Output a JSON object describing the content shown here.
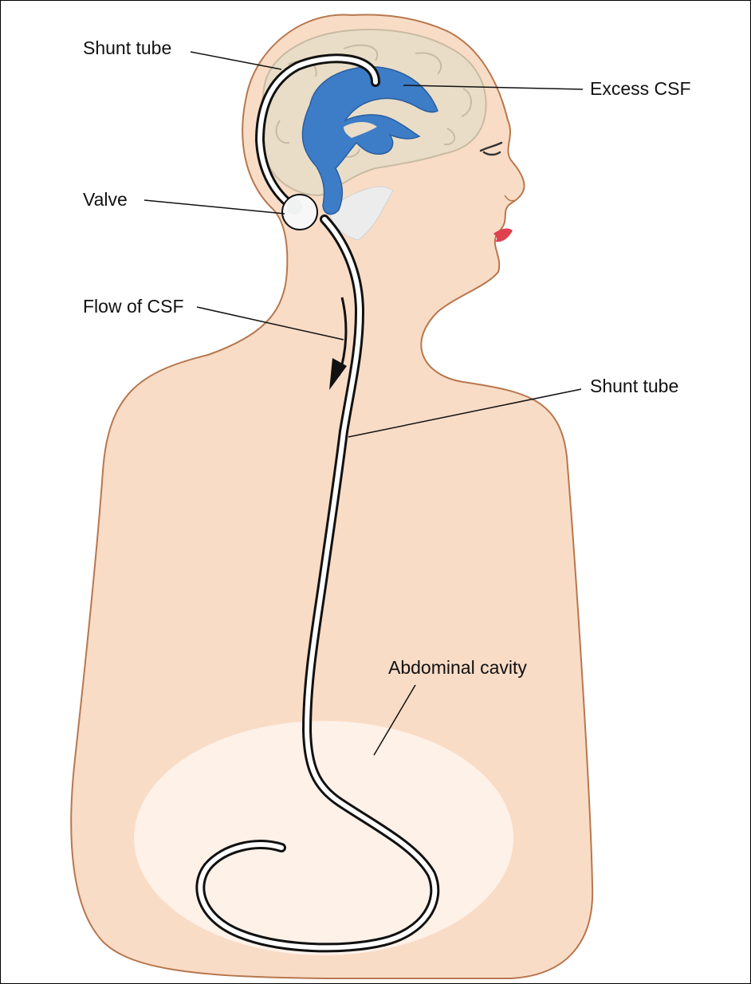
{
  "labels": {
    "shunt_tube_head": "Shunt tube",
    "excess_csf": "Excess CSF",
    "valve": "Valve",
    "flow_of_csf": "Flow of CSF",
    "shunt_tube_body": "Shunt tube",
    "abdominal_cavity": "Abdominal cavity"
  },
  "colors": {
    "skin": "#f9dcc6",
    "skin_outline": "#b7774e",
    "brain": "#e9ddc8",
    "csf": "#3d7cc7",
    "abdomen": "#fdf1e8",
    "tube": "#ffffff",
    "lips": "#e0414f"
  }
}
